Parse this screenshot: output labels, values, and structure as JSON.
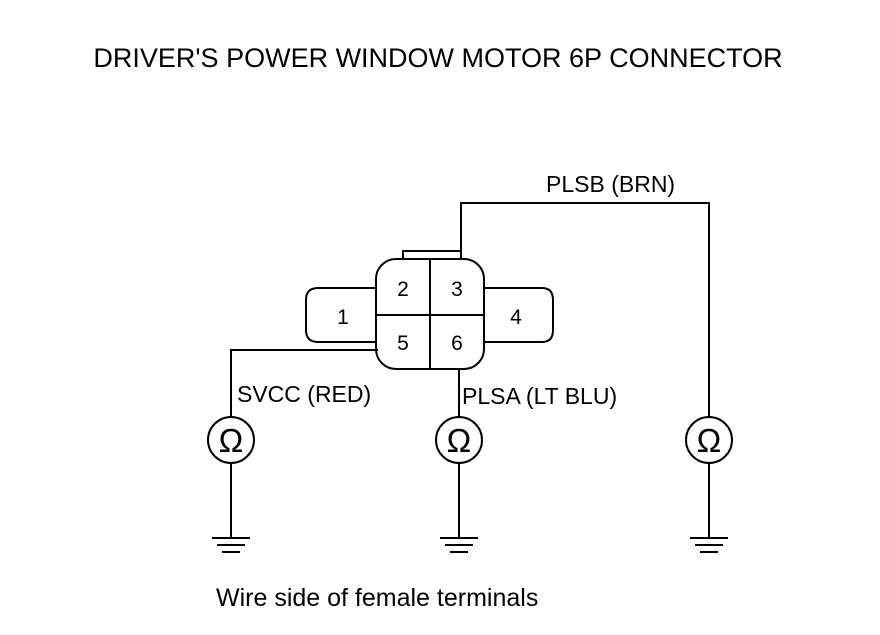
{
  "title": "DRIVER'S POWER WINDOW MOTOR 6P CONNECTOR",
  "caption": "Wire side of female terminals",
  "connector": {
    "terminals": [
      "1",
      "2",
      "3",
      "4",
      "5",
      "6"
    ]
  },
  "wires": {
    "plsb": "PLSB (BRN)",
    "svcc": "SVCC (RED)",
    "plsa": "PLSA (LT BLU)"
  },
  "meter_symbol": "Ω",
  "colors": {
    "line": "#000000",
    "background": "#ffffff"
  }
}
